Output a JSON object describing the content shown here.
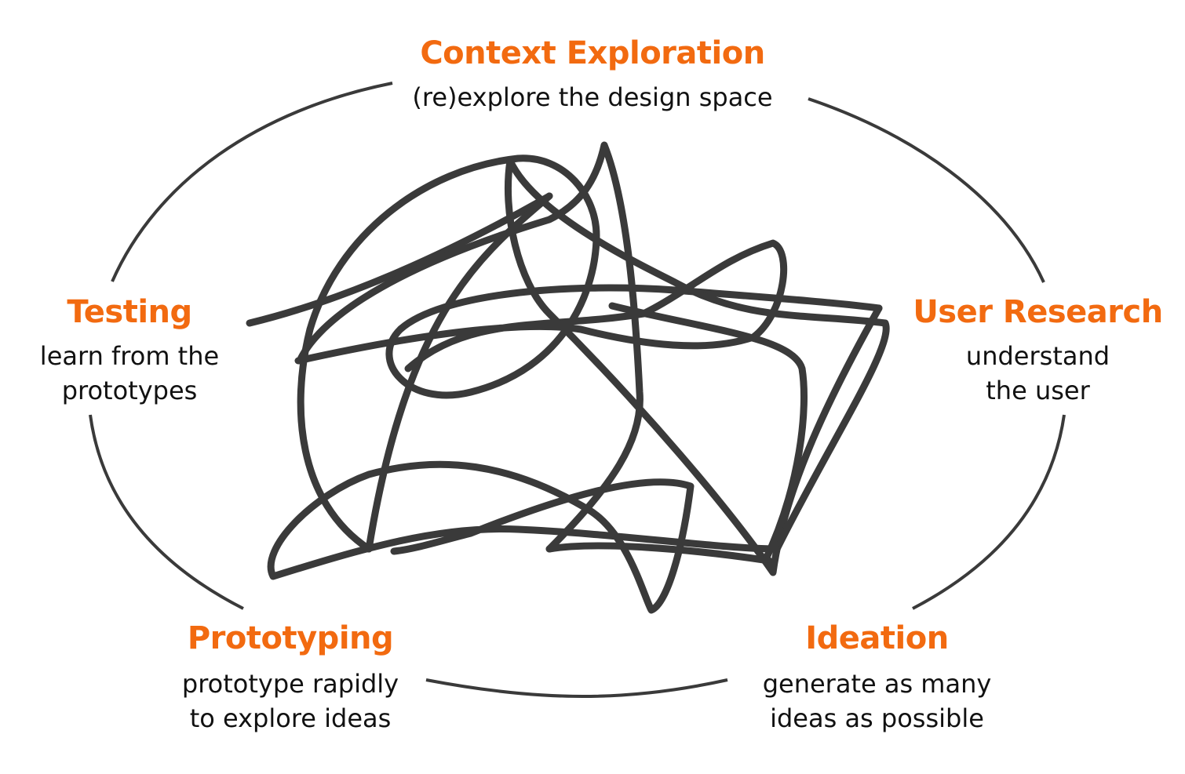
{
  "diagram": {
    "type": "design-process-cycle",
    "colors": {
      "accent": "#f26a10",
      "text": "#111111",
      "line": "#3a3a3a",
      "background": "#ffffff"
    },
    "center_icon": "tangled-squiggle",
    "stages": [
      {
        "id": "context",
        "title": "Context Exploration",
        "description": [
          "(re)explore the design space"
        ]
      },
      {
        "id": "user",
        "title": "User Research",
        "description": [
          "understand",
          "the user"
        ]
      },
      {
        "id": "ideation",
        "title": "Ideation",
        "description": [
          "generate as many",
          "ideas as possible"
        ]
      },
      {
        "id": "proto",
        "title": "Prototyping",
        "description": [
          "prototype rapidly",
          "to explore ideas"
        ]
      },
      {
        "id": "testing",
        "title": "Testing",
        "description": [
          "learn from the",
          "prototypes"
        ]
      }
    ]
  }
}
